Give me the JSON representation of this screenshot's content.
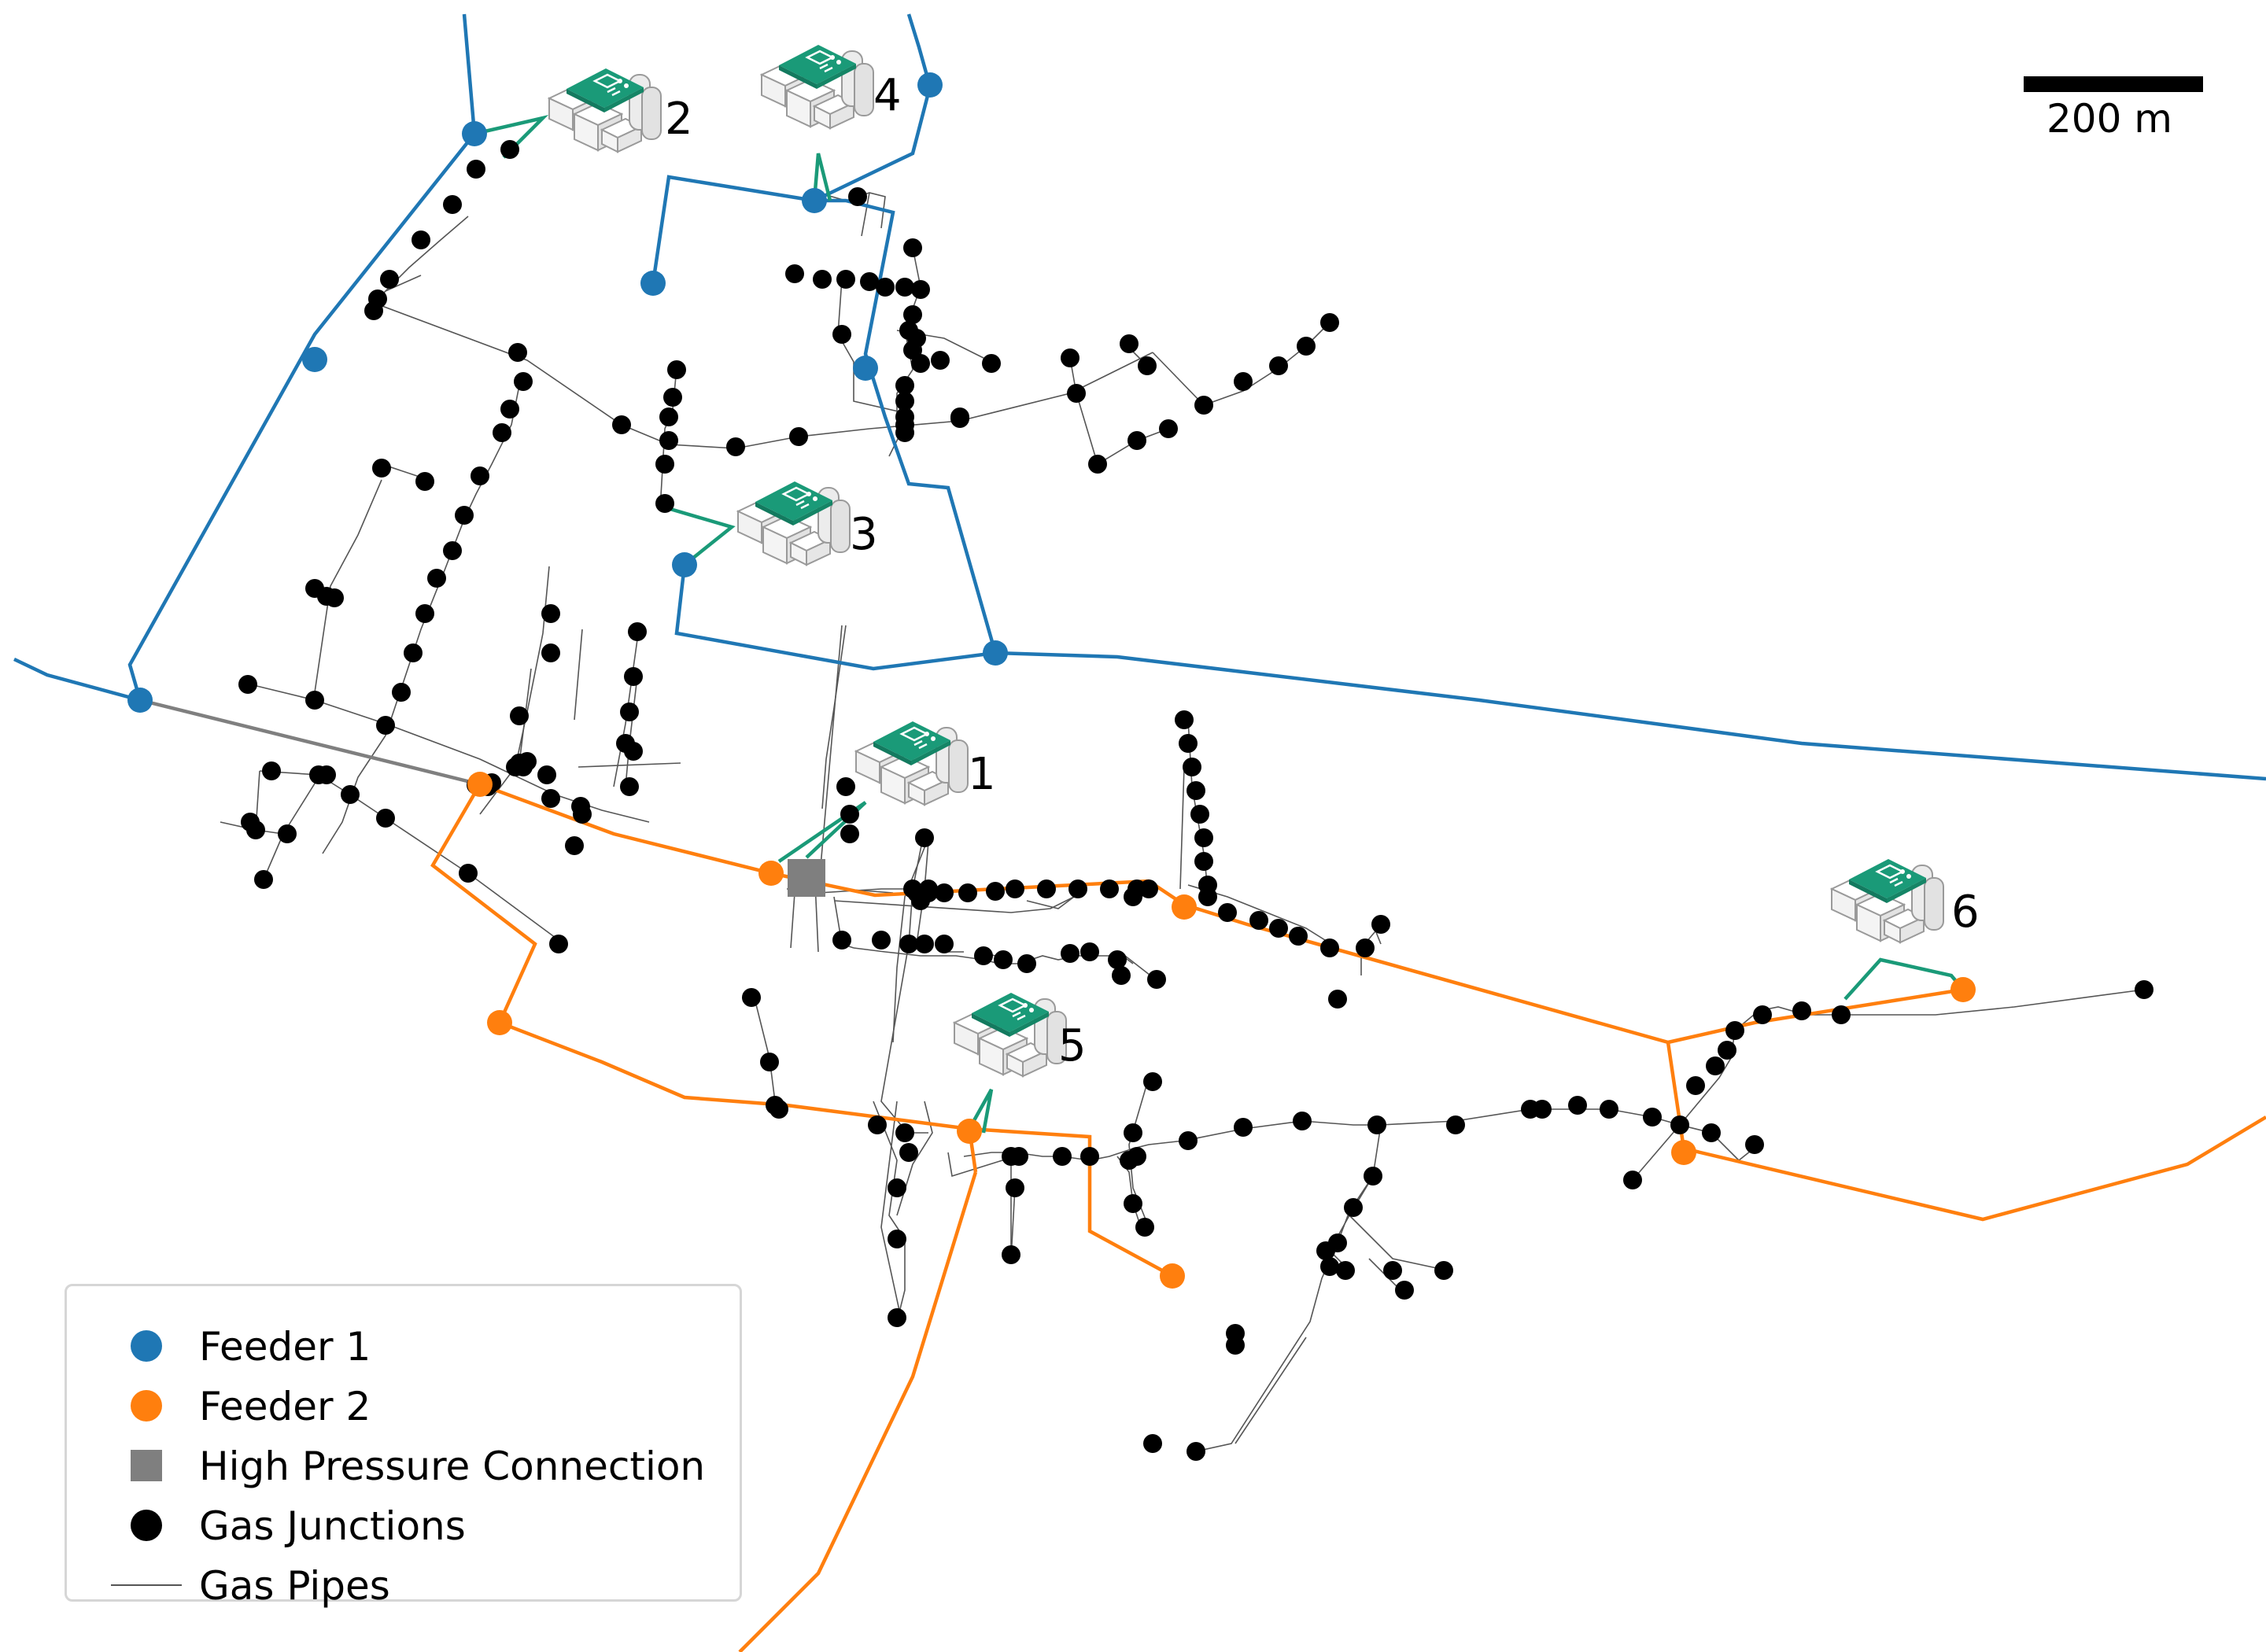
{
  "scale_bar": {
    "label": "200 m"
  },
  "plants": [
    {
      "id": "1",
      "label": "1"
    },
    {
      "id": "2",
      "label": "2"
    },
    {
      "id": "3",
      "label": "3"
    },
    {
      "id": "4",
      "label": "4"
    },
    {
      "id": "5",
      "label": "5"
    },
    {
      "id": "6",
      "label": "6"
    }
  ],
  "legend": {
    "items": [
      {
        "label": "Feeder 1",
        "symbol": "circle",
        "color": "#1f77b4"
      },
      {
        "label": "Feeder 2",
        "symbol": "circle",
        "color": "#ff7f0e"
      },
      {
        "label": "High Pressure Connection",
        "symbol": "square",
        "color": "#7f7f7f"
      },
      {
        "label": "Gas Junctions",
        "symbol": "circle",
        "color": "#000000"
      },
      {
        "label": "Gas Pipes",
        "symbol": "line",
        "color": "#555555"
      }
    ]
  },
  "colors": {
    "feeder1": "#1f77b4",
    "feeder2": "#ff7f0e",
    "connection": "#1a9a78",
    "plant_roof": "#1a9a78",
    "high_pressure": "#7f7f7f",
    "junction": "#000000",
    "pipe": "#555555"
  },
  "icons": {
    "plant": "gas-plant-icon"
  }
}
